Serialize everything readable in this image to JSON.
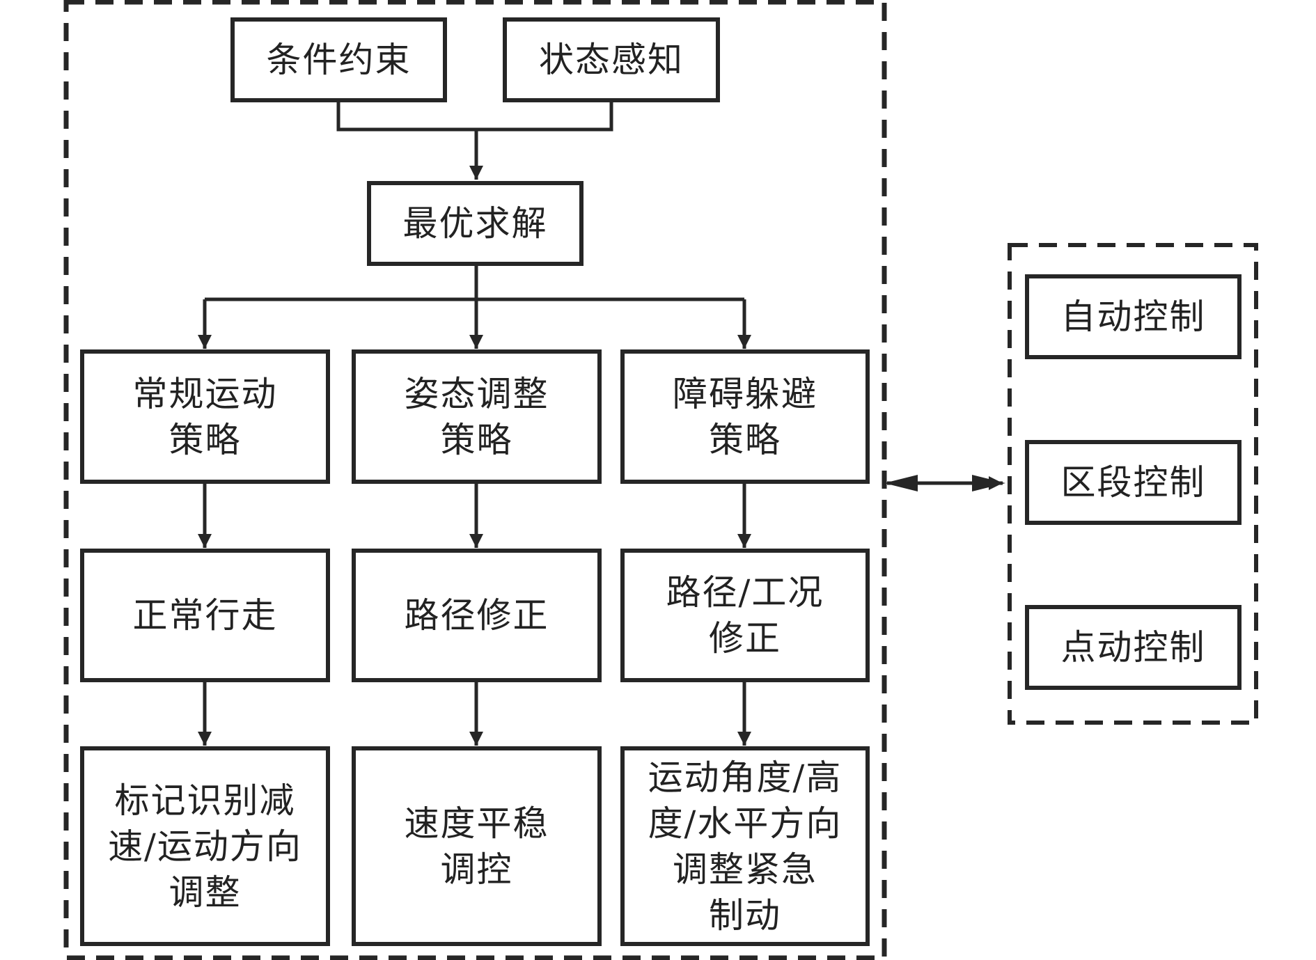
{
  "diagram": {
    "inputs": [
      "条件约束",
      "状态感知"
    ],
    "solver": "最优求解",
    "columns": [
      {
        "strategy": [
          "常规运动",
          "策略"
        ],
        "action": [
          "正常行走"
        ],
        "detail": [
          "标记识别减",
          "速/运动方向",
          "调整"
        ]
      },
      {
        "strategy": [
          "姿态调整",
          "策略"
        ],
        "action": [
          "路径修正"
        ],
        "detail": [
          "速度平稳",
          "调控"
        ]
      },
      {
        "strategy": [
          "障碍躲避",
          "策略"
        ],
        "action": [
          "路径/工况",
          "修正"
        ],
        "detail": [
          "运动角度/高",
          "度/水平方向",
          "调整紧急",
          "制动"
        ]
      }
    ],
    "control_modes": [
      "自动控制",
      "区段控制",
      "点动控制"
    ],
    "colors": {
      "line": "#262626",
      "background": "#ffffff"
    }
  }
}
